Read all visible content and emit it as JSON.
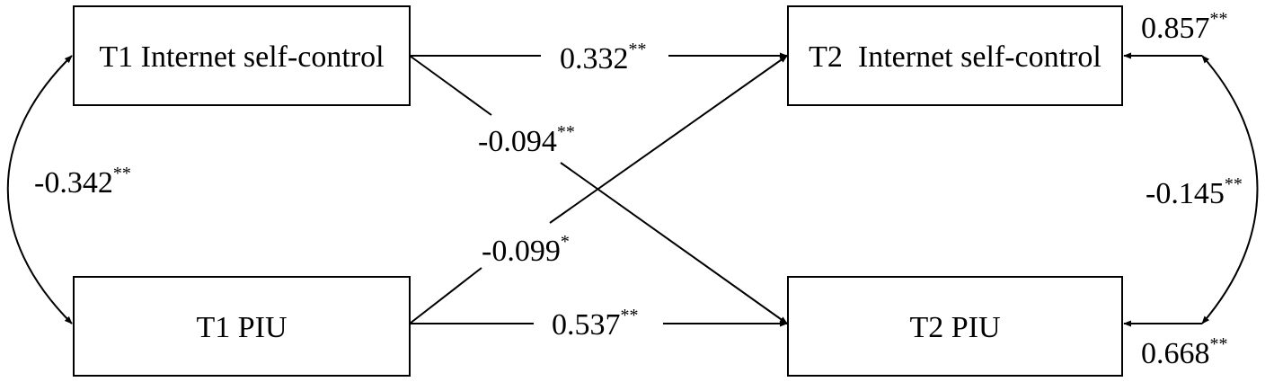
{
  "nodes": {
    "t1_isc": {
      "label": "T1 Internet self-control"
    },
    "t1_piu": {
      "label": "T1 PIU"
    },
    "t2_isc": {
      "label": "T2  Internet self-control"
    },
    "t2_piu": {
      "label": "T2 PIU"
    }
  },
  "paths": {
    "t1_isc_to_t2_isc": {
      "value": "0.332",
      "sig": "**"
    },
    "t1_piu_to_t2_piu": {
      "value": "0.537",
      "sig": "**"
    },
    "t1_isc_to_t2_piu": {
      "value": "-0.094",
      "sig": "**"
    },
    "t1_piu_to_t2_isc": {
      "value": "-0.099",
      "sig": "*"
    }
  },
  "correlations": {
    "t1": {
      "value": "-0.342",
      "sig": "**"
    },
    "t2": {
      "value": "-0.145",
      "sig": "**"
    }
  },
  "residuals": {
    "t2_isc": {
      "value": "0.857",
      "sig": "**"
    },
    "t2_piu": {
      "value": "0.668",
      "sig": "**"
    }
  },
  "colors": {
    "stroke": "#000000",
    "background": "#ffffff"
  }
}
